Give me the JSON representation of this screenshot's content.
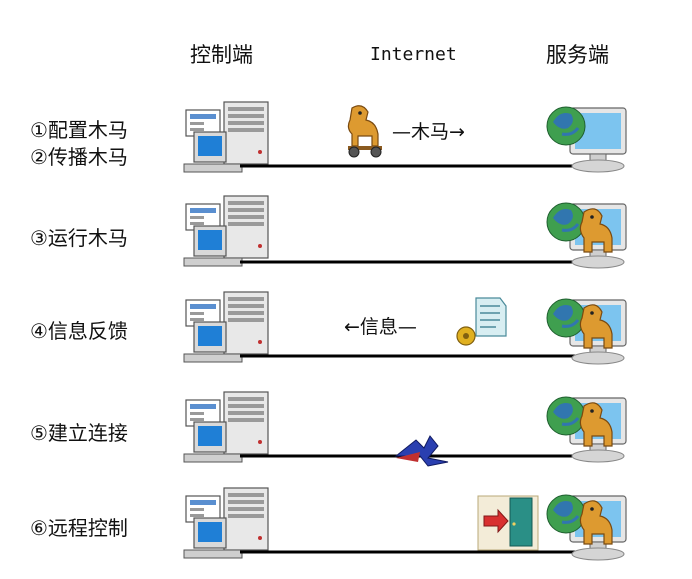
{
  "columns": {
    "controller": "控制端",
    "internet": "Internet",
    "server": "服务端"
  },
  "steps": [
    {
      "label": "①配置木马"
    },
    {
      "label": "②传播木马"
    },
    {
      "label": "③运行木马"
    },
    {
      "label": "④信息反馈"
    },
    {
      "label": "⑤建立连接"
    },
    {
      "label": "⑥远程控制"
    }
  ],
  "messages": {
    "trojan_sent": "—木马→",
    "info_returned": "←信息—"
  },
  "icons": {
    "controller": "computer-tower-icon",
    "server": "globe-monitor-icon",
    "trojan": "trojan-horse-icon",
    "info": "document-gear-icon",
    "connection": "network-connector-icon",
    "remote": "door-arrow-icon"
  },
  "colors": {
    "line": "#000000",
    "tower": "#e6e6e6",
    "screen": "#1f7fd6",
    "globe": "#2f8f3f",
    "horse": "#d9922a",
    "door": "#2a8f86"
  }
}
